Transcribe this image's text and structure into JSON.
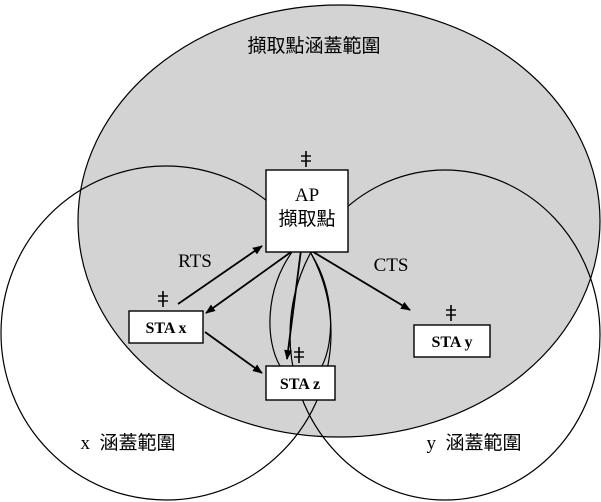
{
  "colors": {
    "ap_coverage_fill": "#d3d3d3",
    "stroke": "#000000",
    "box_fill": "#ffffff"
  },
  "ap_coverage_label": "擷取點涵蓋範圍",
  "ap": {
    "line1": "AP",
    "line2": "擷取點"
  },
  "rts_label": "RTS",
  "cts_label": "CTS",
  "stations": {
    "x": "STA x",
    "y": "STA y",
    "z": "STA z"
  },
  "x_coverage_label": "x  涵蓋範圍",
  "y_coverage_label": "y  涵蓋範圍",
  "antenna_icon": "antenna-icon"
}
